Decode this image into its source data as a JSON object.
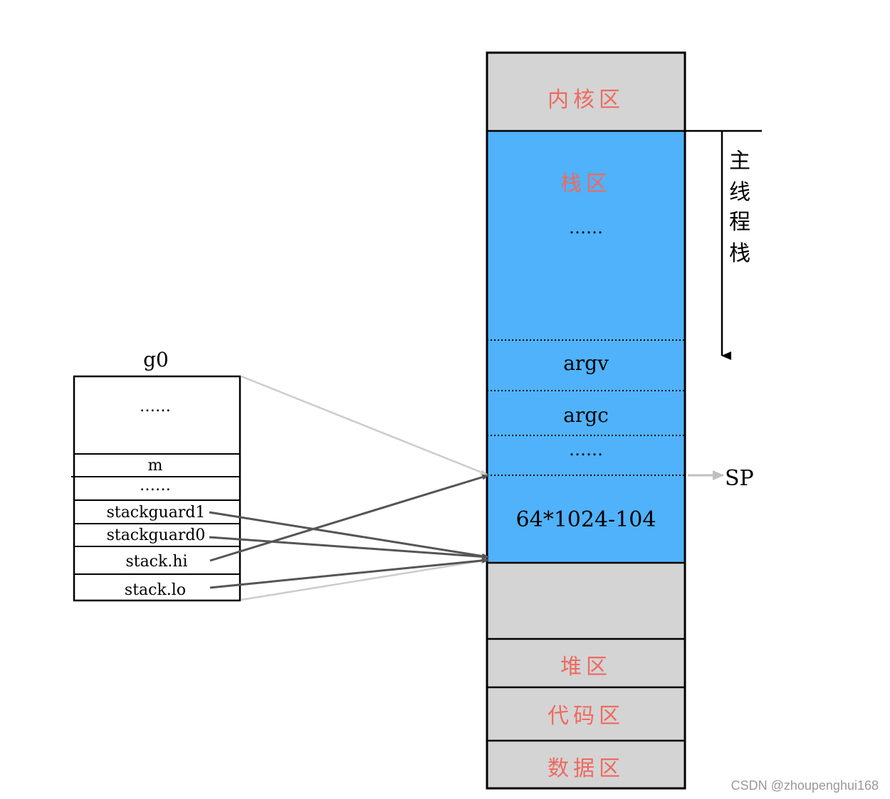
{
  "colors": {
    "gray_region": "#d4d4d4",
    "stack_region": "#50b2fa",
    "red_label": "#ee6a60",
    "border": "#000000",
    "dark_arrow": "#555555",
    "light_arrow": "#cccccc",
    "sp_arrow": "#c0c0c0",
    "watermark": "#999999"
  },
  "g0": {
    "title": "g0",
    "fields": {
      "ellipsis_top": "……",
      "m": "m",
      "ellipsis_mid": "……",
      "stackguard1": "stackguard1",
      "stackguard0": "stackguard0",
      "stack_hi": "stack.hi",
      "stack_lo": "stack.lo"
    }
  },
  "memory": {
    "kernel": "内核区",
    "stack": "栈区",
    "stack_ellipsis": "……",
    "argv": "argv",
    "argc": "argc",
    "ellipsis": "……",
    "size": "64*1024-104",
    "heap": "堆区",
    "code": "代码区",
    "data": "数据区"
  },
  "main_thread_stack": [
    "主",
    "线",
    "程",
    "栈"
  ],
  "sp_label": "SP",
  "watermark": "CSDN @zhoupenghui168"
}
